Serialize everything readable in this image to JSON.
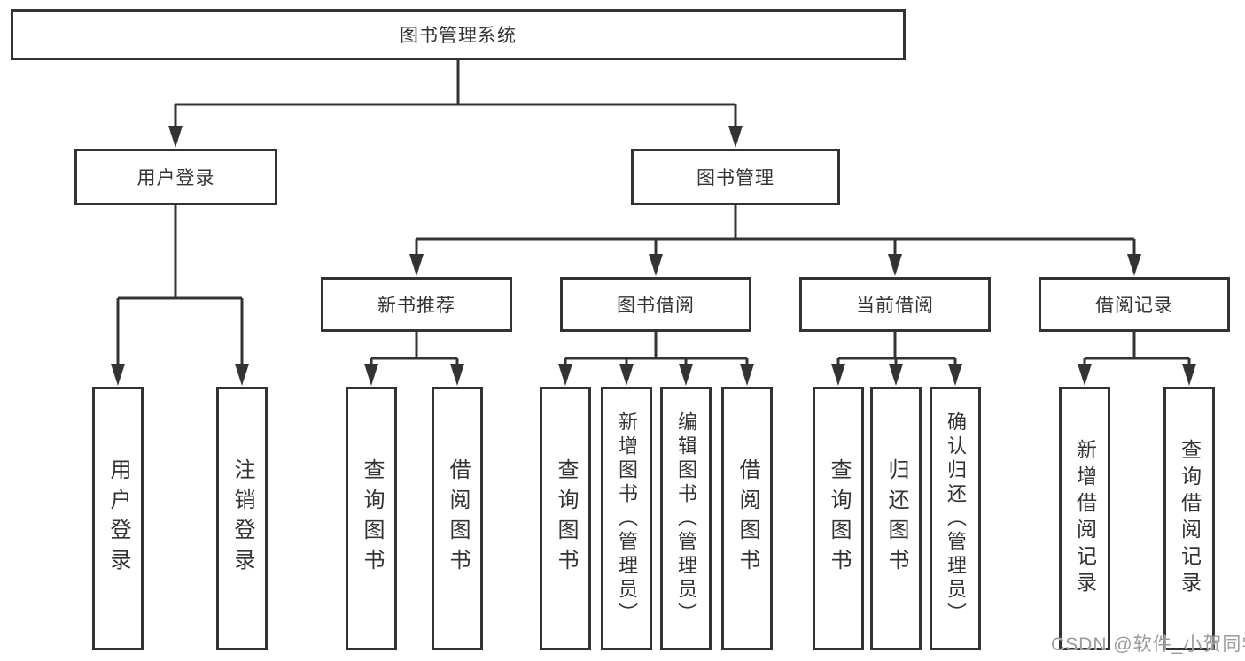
{
  "tree": {
    "root": {
      "label": "图书管理系统"
    },
    "branches": [
      {
        "label": "用户登录",
        "children": [
          {
            "label": "用户登录"
          },
          {
            "label": "注销登录"
          }
        ]
      },
      {
        "label": "图书管理",
        "groups": [
          {
            "label": "新书推荐",
            "children": [
              {
                "label": "查询图书"
              },
              {
                "label": "借阅图书"
              }
            ]
          },
          {
            "label": "图书借阅",
            "children": [
              {
                "label": "查询图书"
              },
              {
                "label": "新增图书（管理员）"
              },
              {
                "label": "编辑图书（管理员）"
              },
              {
                "label": "借阅图书"
              }
            ]
          },
          {
            "label": "当前借阅",
            "children": [
              {
                "label": "查询图书"
              },
              {
                "label": "归还图书"
              },
              {
                "label": "确认归还（管理员）"
              }
            ]
          },
          {
            "label": "借阅记录",
            "children": [
              {
                "label": "新增借阅记录"
              },
              {
                "label": "查询借阅记录"
              }
            ]
          }
        ]
      }
    ]
  },
  "watermark": {
    "text": "CSDN @软件_小贺同学"
  },
  "colors": {
    "line": "#333333",
    "box_border": "#333333",
    "text": "#333333",
    "background": "#ffffff",
    "watermark_text": "#9b9b9b"
  }
}
